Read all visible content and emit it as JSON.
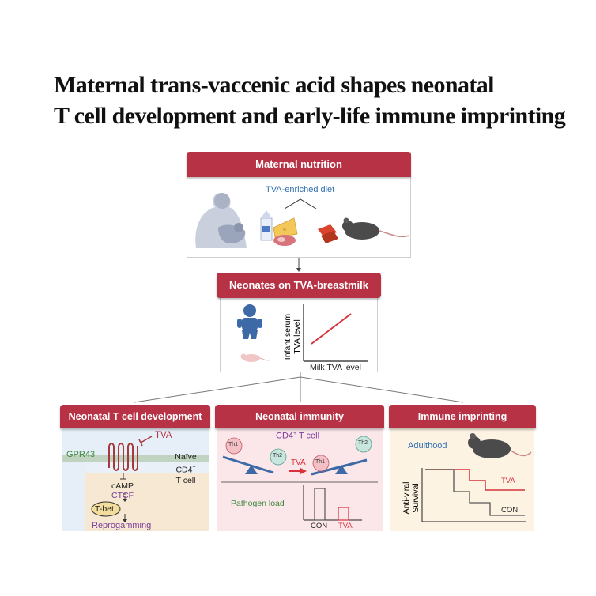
{
  "title": {
    "line1": "Maternal trans-vaccenic acid shapes neonatal",
    "line2": "T cell development and early-life immune imprinting"
  },
  "colors": {
    "red": "#b83245",
    "blue_text": "#2f6fb0",
    "green_text": "#3c8a3c",
    "purple_text": "#7a3e9a"
  },
  "maternal": {
    "header": "Maternal nutrition",
    "diet_label": "TVA-enriched diet",
    "icons": [
      "breastfeeding-mother-icon",
      "milk-carton-icon",
      "cheese-icon",
      "meat-icon",
      "butter-icon",
      "mouse-icon"
    ]
  },
  "neonates": {
    "header": "Neonates on TVA-breastmilk",
    "y_axis_line1": "Infant serum",
    "y_axis_line2": "TVA level",
    "x_axis": "Milk TVA level"
  },
  "panel_tcell": {
    "header": "Neonatal T cell development",
    "receptor": "GPR43",
    "ligand": "TVA",
    "cell_line1": "Naïve",
    "cell_line2": "CD4",
    "cell_line2_sup": "+",
    "cell_line3": "T cell",
    "camp": "cAMP",
    "ctcf": "CTCF",
    "tbet": "T-bet",
    "outcome": "Reprogamming"
  },
  "panel_immunity": {
    "header": "Neonatal immunity",
    "cell_label": "CD4",
    "cell_label_sup": "+",
    "cell_label_tail": " T cell",
    "th1": "Th1",
    "th2": "Th2",
    "arrow_label": "TVA",
    "pathogen_label": "Pathogen load",
    "bar_labels": [
      "CON",
      "TVA"
    ],
    "bar_values": [
      1.0,
      0.4
    ]
  },
  "panel_imprinting": {
    "header": "Immune imprinting",
    "adulthood": "Adulthood",
    "y_axis_line1": "Anti-viral",
    "y_axis_line2": "Survival",
    "series": [
      "TVA",
      "CON"
    ]
  }
}
